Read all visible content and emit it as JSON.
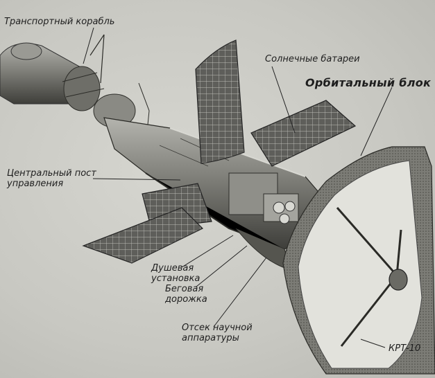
{
  "labels": {
    "transport_ship": "Транспортный корабль",
    "solar_panels": "Солнечные батареи",
    "orbital_block": "Орбитальный блок",
    "central_post": [
      "Центральный пост",
      "управления"
    ],
    "shower": [
      "Душевая",
      "установка"
    ],
    "treadmill": [
      "Беговая",
      "дорожка"
    ],
    "science_bay": [
      "Отсек научной",
      "аппаратуры"
    ],
    "krt10": "КРТ-10"
  },
  "colors": {
    "background": "#c9c9c3",
    "ink": "#1e1e1e",
    "panel": "#5a5a56",
    "hull": "#8a8a84",
    "dish_rim": "#7c7c76",
    "dish_face": "#e4e4de"
  }
}
